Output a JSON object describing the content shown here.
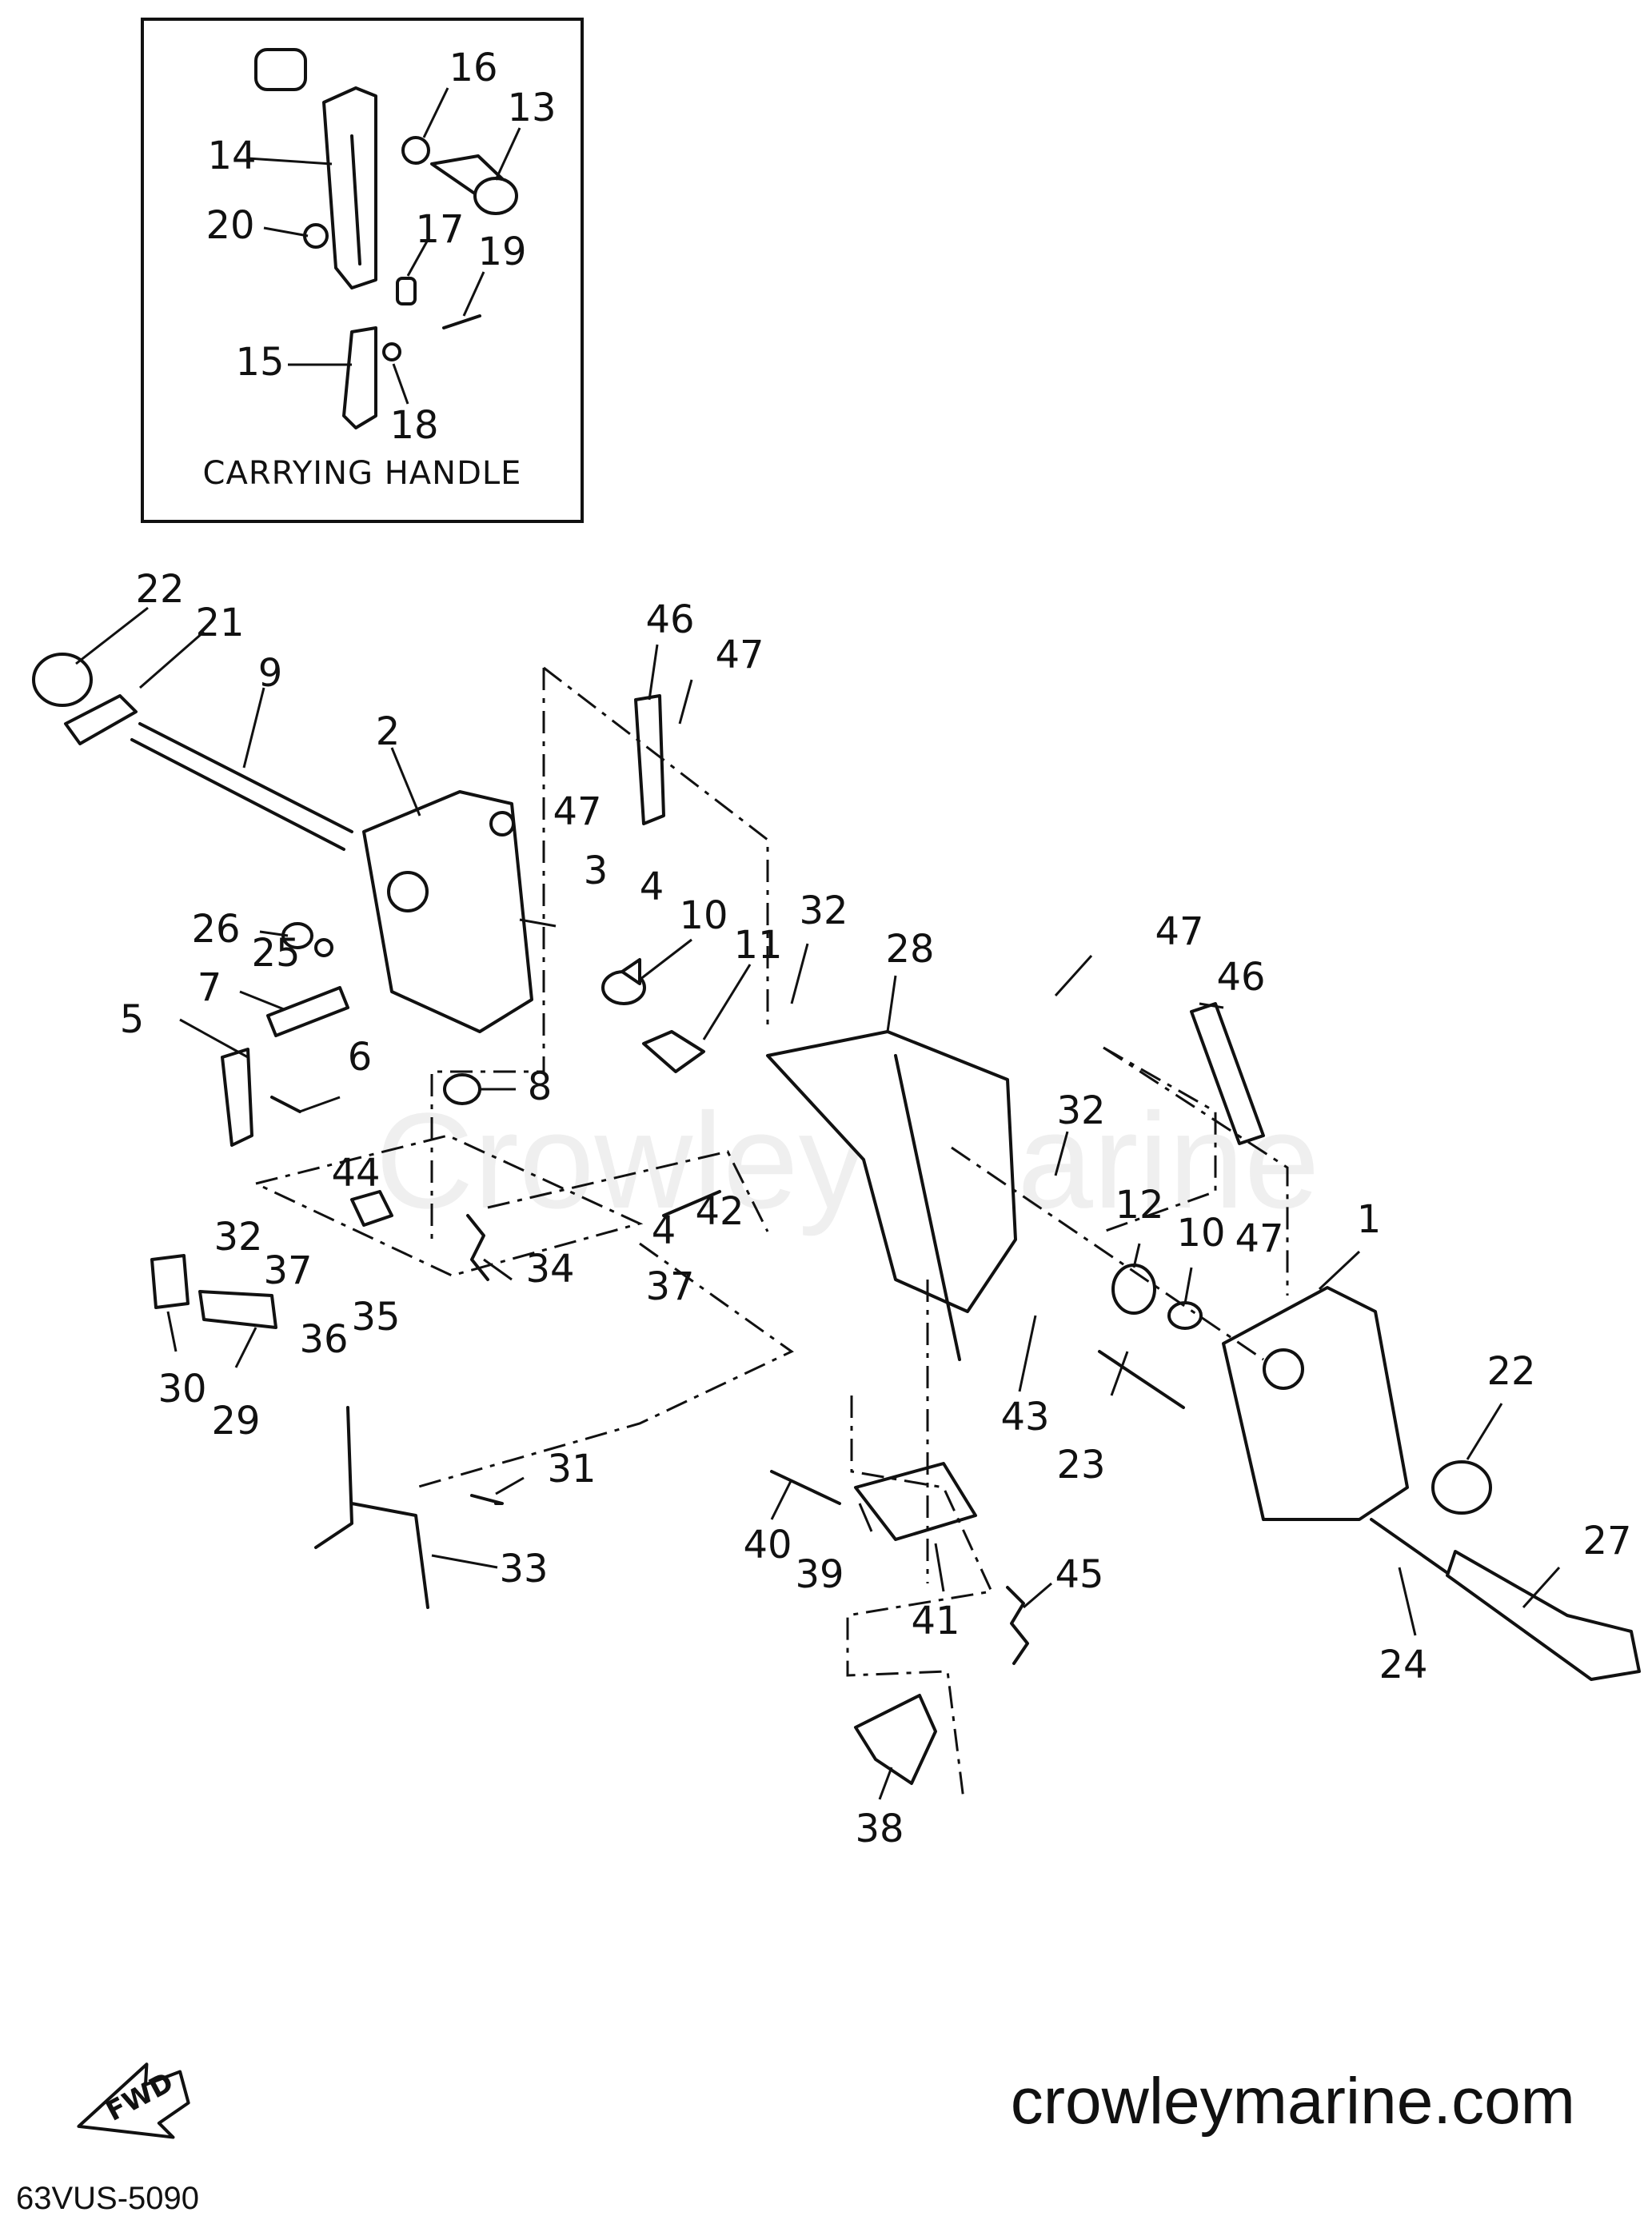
{
  "inset": {
    "caption": "CARRYING HANDLE",
    "callouts": [
      {
        "n": "16"
      },
      {
        "n": "13"
      },
      {
        "n": "14"
      },
      {
        "n": "20"
      },
      {
        "n": "17"
      },
      {
        "n": "19"
      },
      {
        "n": "15"
      },
      {
        "n": "18"
      }
    ]
  },
  "main": {
    "callouts": [
      {
        "n": "22"
      },
      {
        "n": "21"
      },
      {
        "n": "9"
      },
      {
        "n": "2"
      },
      {
        "n": "46"
      },
      {
        "n": "47"
      },
      {
        "n": "47"
      },
      {
        "n": "3"
      },
      {
        "n": "4"
      },
      {
        "n": "10"
      },
      {
        "n": "11"
      },
      {
        "n": "32"
      },
      {
        "n": "28"
      },
      {
        "n": "26"
      },
      {
        "n": "25"
      },
      {
        "n": "7"
      },
      {
        "n": "5"
      },
      {
        "n": "6"
      },
      {
        "n": "8"
      },
      {
        "n": "47"
      },
      {
        "n": "46"
      },
      {
        "n": "32"
      },
      {
        "n": "4"
      },
      {
        "n": "42"
      },
      {
        "n": "44"
      },
      {
        "n": "32"
      },
      {
        "n": "37"
      },
      {
        "n": "34"
      },
      {
        "n": "37"
      },
      {
        "n": "35"
      },
      {
        "n": "36"
      },
      {
        "n": "12"
      },
      {
        "n": "10"
      },
      {
        "n": "47"
      },
      {
        "n": "1"
      },
      {
        "n": "30"
      },
      {
        "n": "29"
      },
      {
        "n": "43"
      },
      {
        "n": "22"
      },
      {
        "n": "23"
      },
      {
        "n": "31"
      },
      {
        "n": "40"
      },
      {
        "n": "39"
      },
      {
        "n": "45"
      },
      {
        "n": "41"
      },
      {
        "n": "27"
      },
      {
        "n": "33"
      },
      {
        "n": "24"
      },
      {
        "n": "38"
      }
    ]
  },
  "watermark": "Crowley Marine",
  "site": "crowleymarine.com",
  "fwd_label": "FWD",
  "drawing_code": "63VUS-5090"
}
